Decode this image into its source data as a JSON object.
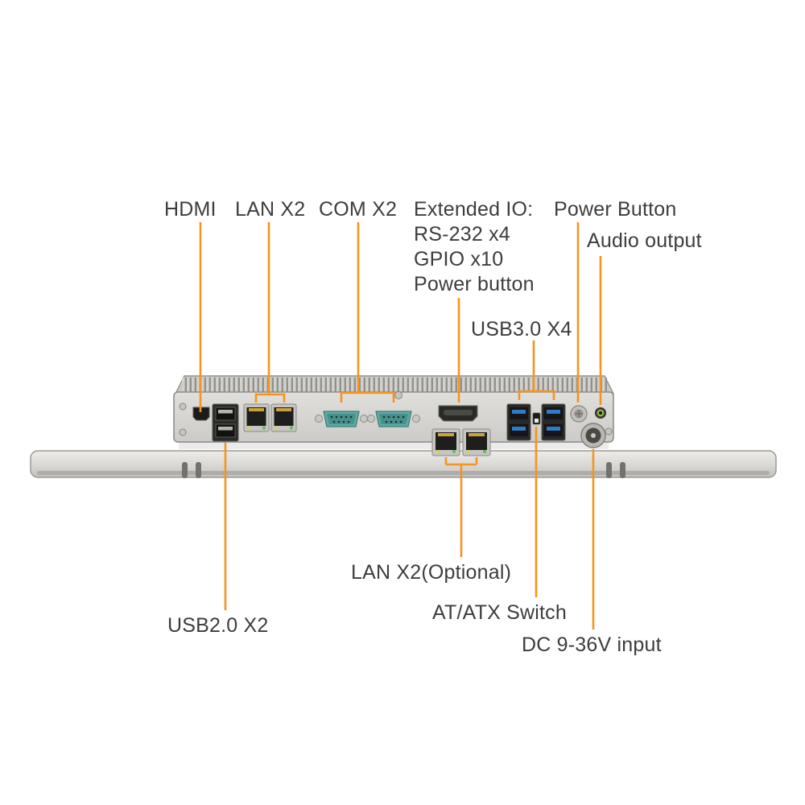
{
  "title": "Panel PC rear I/O port diagram",
  "labels": {
    "hdmi": "HDMI",
    "lan_top": "LAN X2",
    "com": "COM X2",
    "extended_io_line1": "Extended IO:",
    "extended_io_line2": "RS-232 x4",
    "extended_io_line3": "GPIO x10",
    "extended_io_line4": "Power button",
    "power_button": "Power Button",
    "audio_output": "Audio output",
    "usb3": "USB3.0 X4",
    "lan_bottom": "LAN X2(Optional)",
    "at_atx": "AT/ATX Switch",
    "dc_input": "DC 9-36V input",
    "usb2": "USB2.0 X2"
  },
  "colors": {
    "callout_line": "#F5941F",
    "label_text": "#3D3D3D",
    "chassis_body": "#D7D6D2",
    "chassis_border": "#8F8E8A",
    "bezel_bar": "#DCDBD8",
    "usb3_blue": "#2E7CC3",
    "com_teal": "#5FA9A4",
    "audio_green": "#8FBA3C",
    "port_dark": "#222220"
  }
}
